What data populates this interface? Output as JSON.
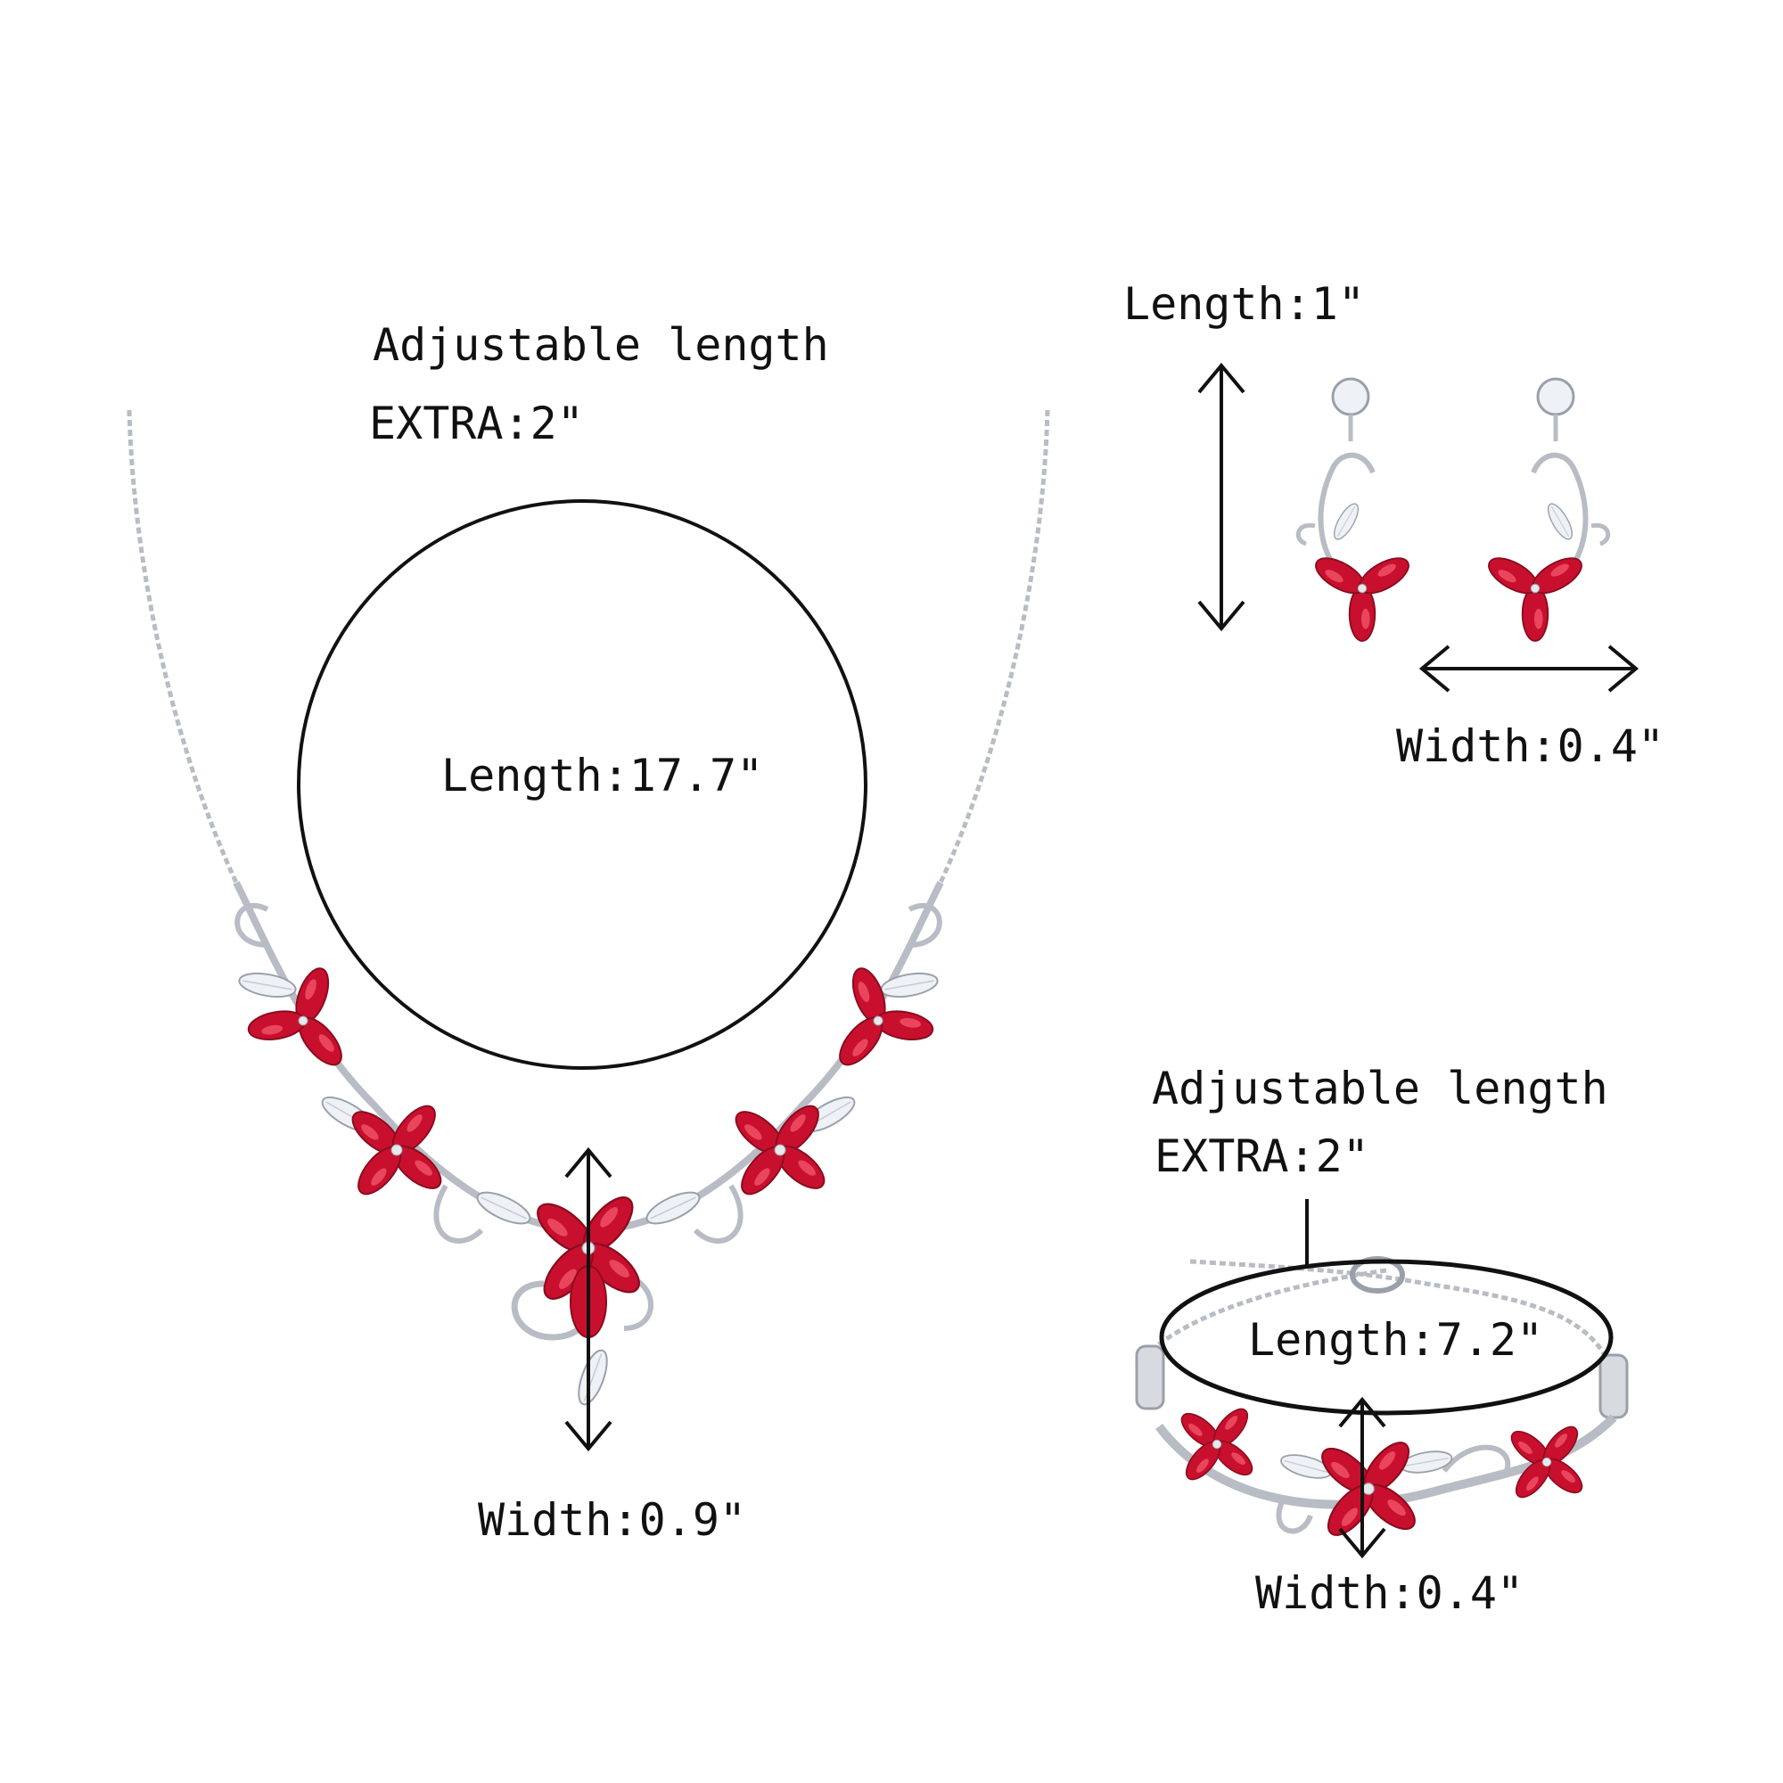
{
  "necklace": {
    "adjustable_label": "Adjustable length",
    "extra_label": "EXTRA:2\"",
    "length_label": "Length:17.7\"",
    "width_label": "Width:0.9\""
  },
  "earrings": {
    "length_label": "Length:1\"",
    "width_label": "Width:0.4\""
  },
  "bracelet": {
    "adjustable_label": "Adjustable length",
    "extra_label": "EXTRA:2\"",
    "length_label": "Length:7.2\"",
    "width_label": "Width:0.4\""
  },
  "colors": {
    "ruby": "#c8102e",
    "silver": "#b8bcc4",
    "crystal": "#eef1f6",
    "ink": "#111111"
  }
}
